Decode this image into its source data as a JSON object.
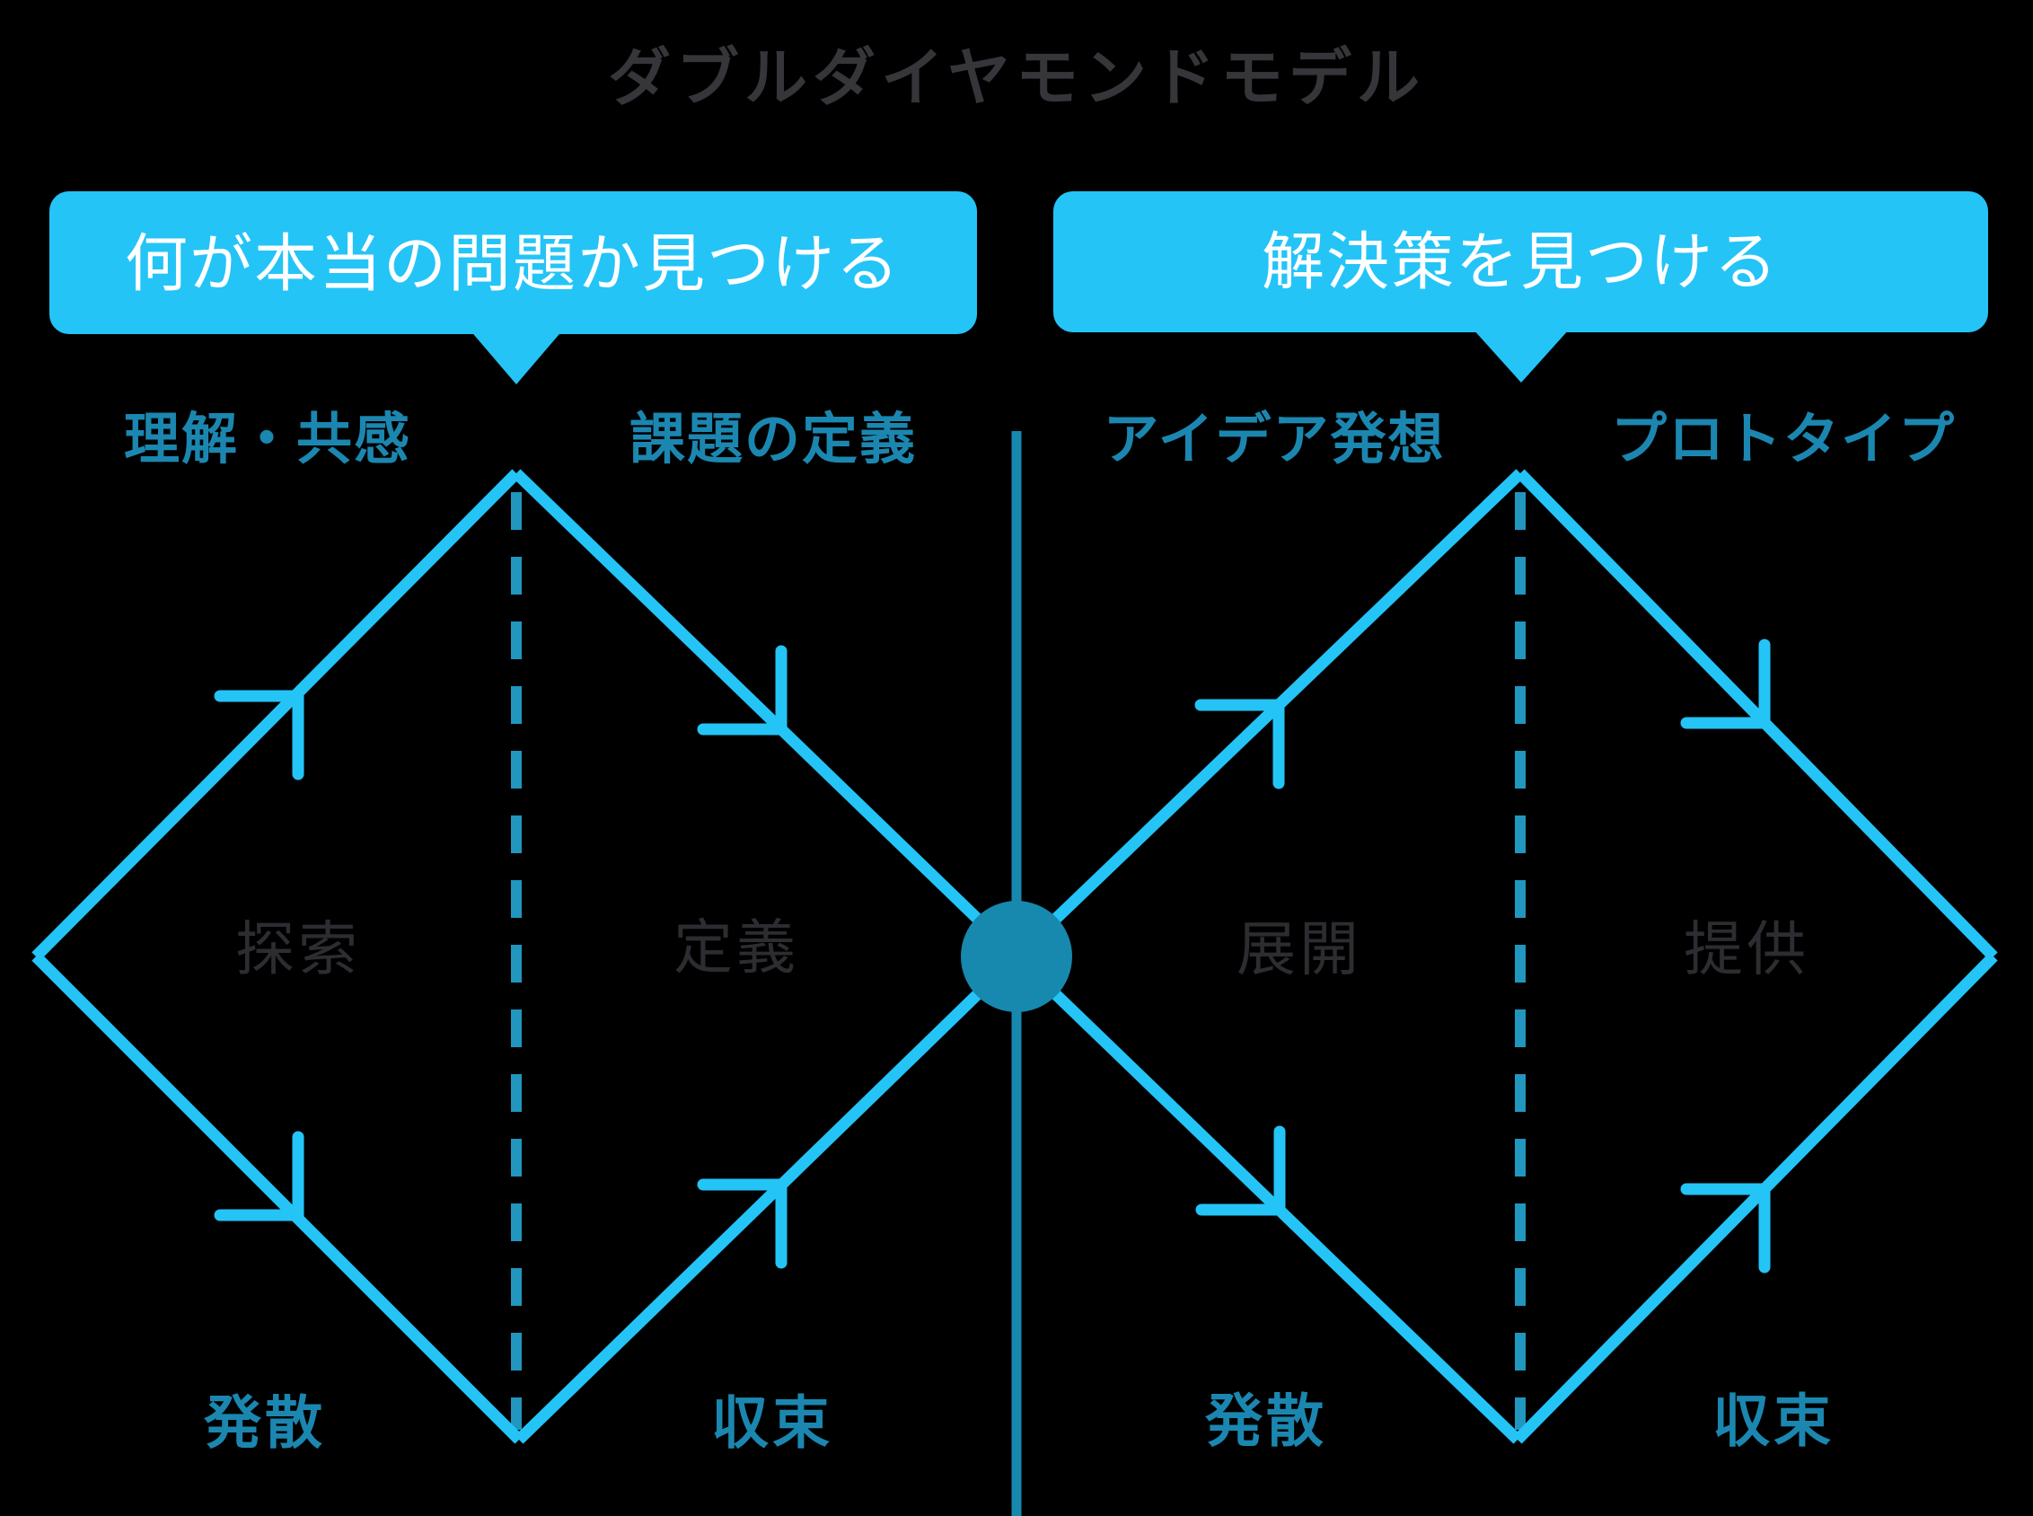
{
  "title": "ダブルダイヤモンドモデル",
  "colors": {
    "background": "#000000",
    "cyan": "#24C4F7",
    "teal_dark": "#1788AE",
    "teal_dash": "#2196BE",
    "label_teal": "#1B87B0",
    "inner_gray": "#2C2C31",
    "title_gray": "#35353A",
    "bubble_text": "#FFFFFF"
  },
  "callouts": {
    "left": {
      "label": "何が本当の問題か見つける"
    },
    "right": {
      "label": "解決策を見つける"
    }
  },
  "diamonds": {
    "left": {
      "phase_top_left": "理解・共感",
      "phase_top_right": "課題の定義",
      "inner_left": "探索",
      "inner_right": "定義",
      "mode_left": "発散",
      "mode_right": "収束"
    },
    "right": {
      "phase_top_left": "アイデア発想",
      "phase_top_right": "プロトタイプ",
      "inner_left": "展開",
      "inner_right": "提供",
      "mode_left": "発散",
      "mode_right": "収束"
    }
  }
}
